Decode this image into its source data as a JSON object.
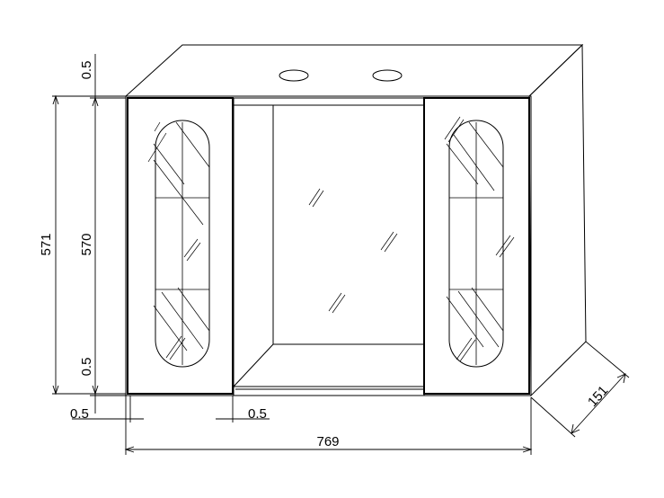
{
  "drawing": {
    "dimensions": {
      "total_height": "571",
      "door_height": "570",
      "top_gap": "0.5",
      "bottom_gap": "0.5",
      "left_gap": "0.5",
      "middle_gap": "0.5",
      "width": "769",
      "depth": "151"
    }
  }
}
